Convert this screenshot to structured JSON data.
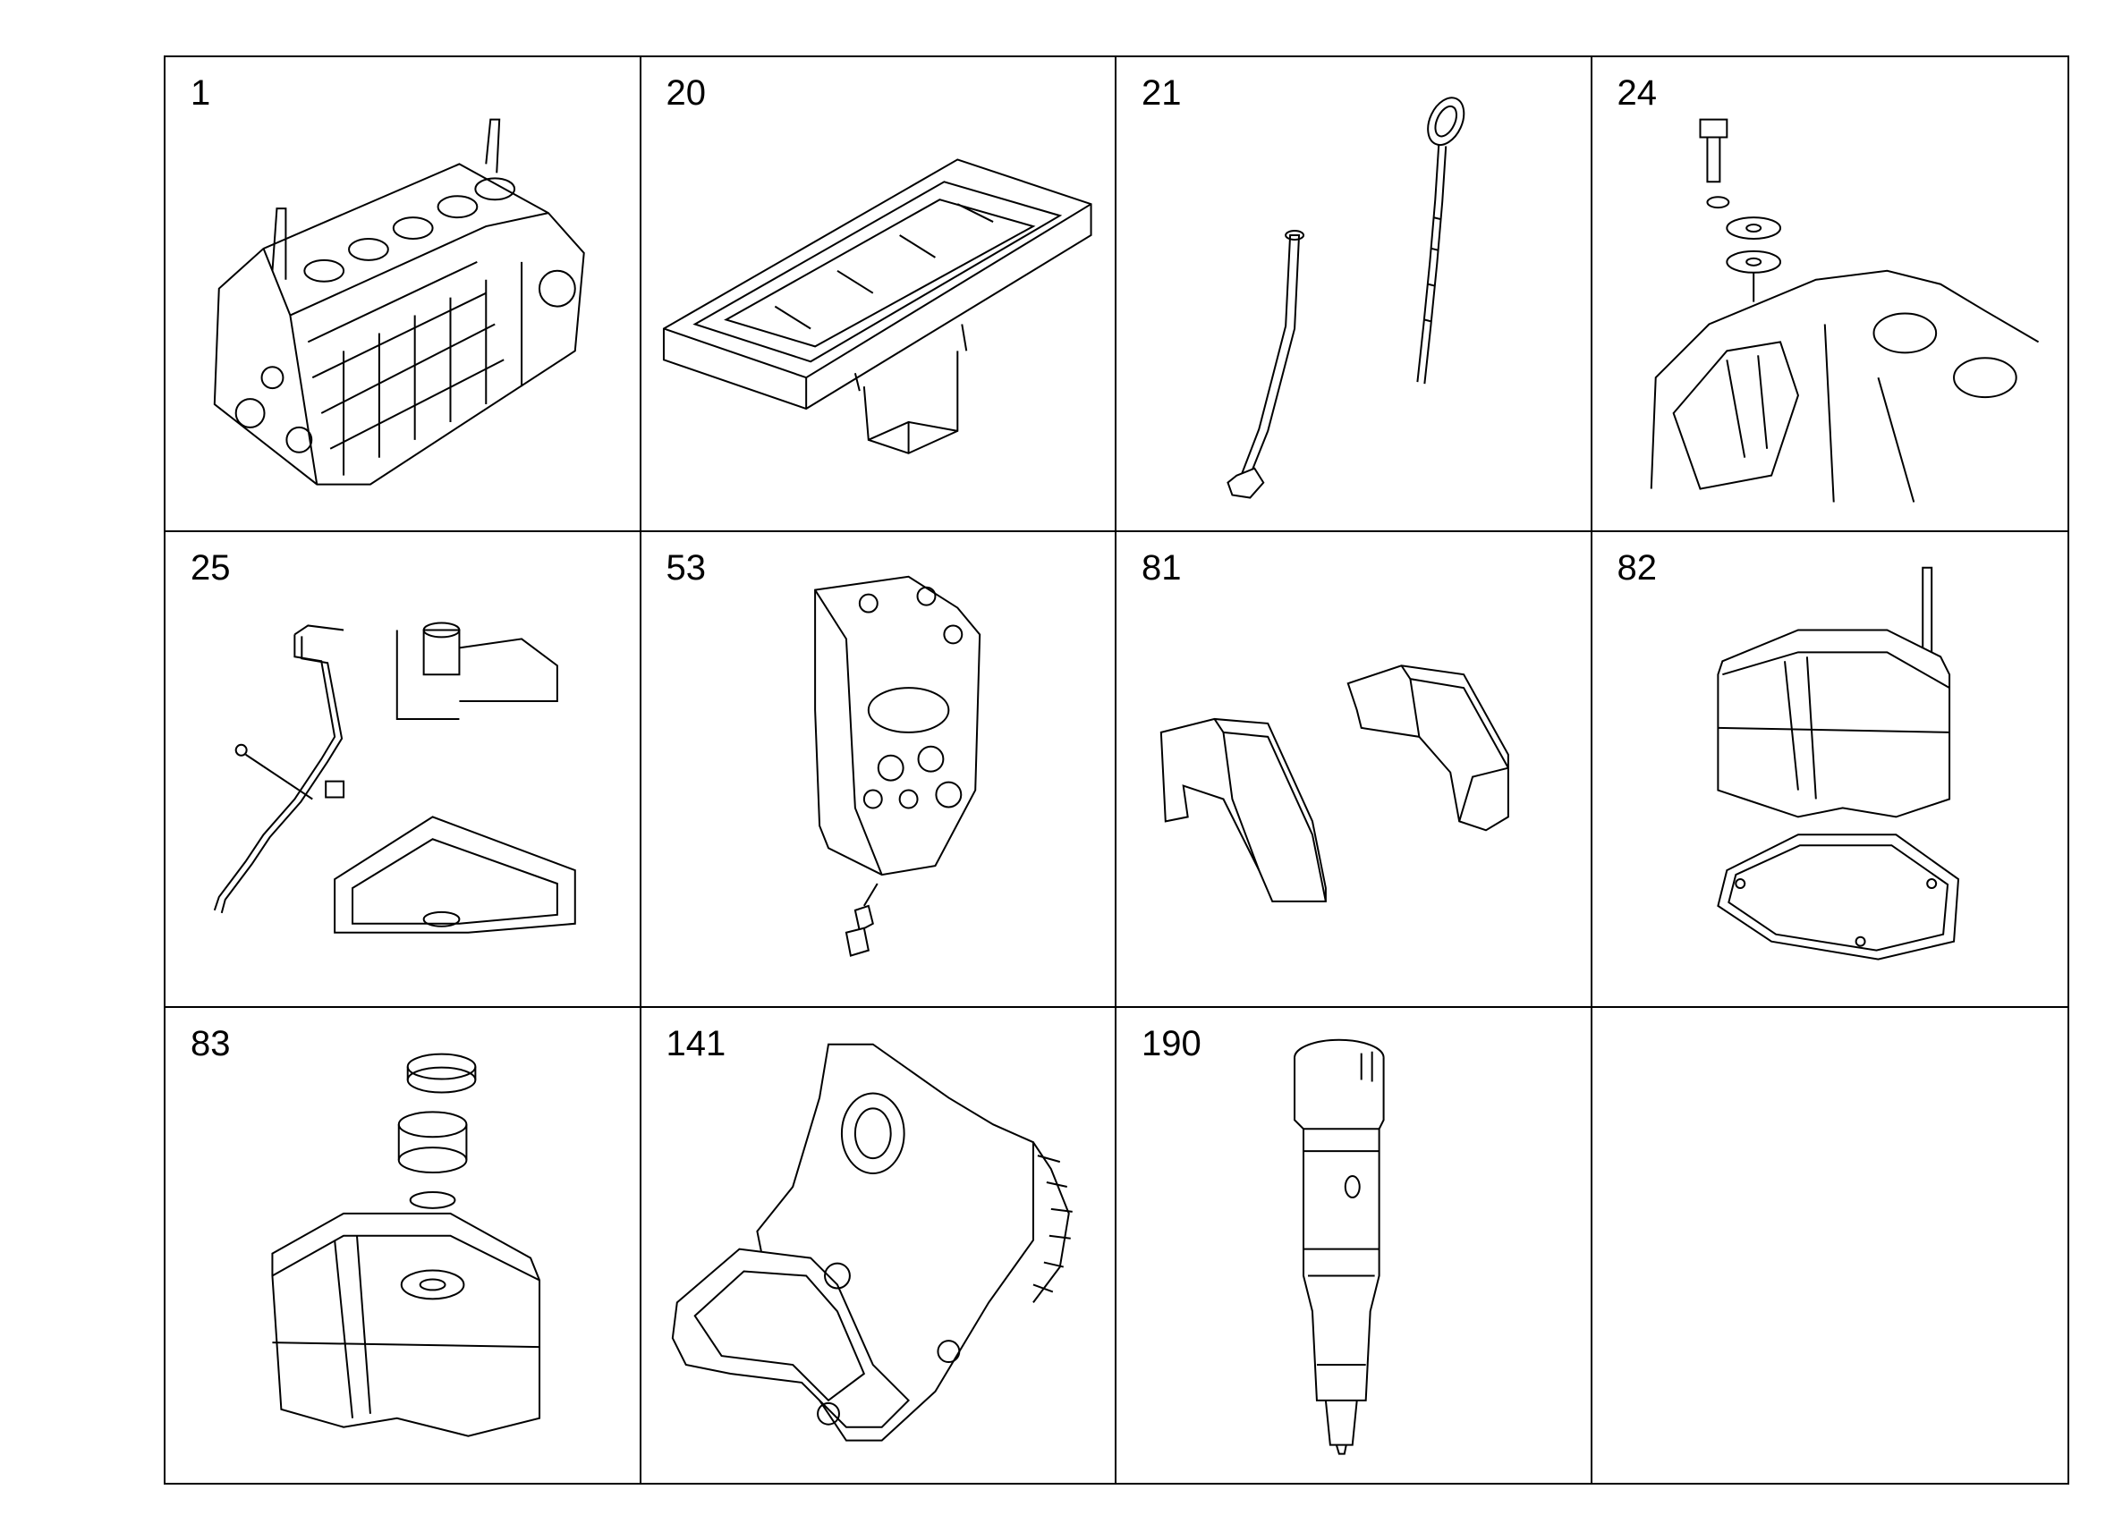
{
  "grid": {
    "cells": [
      {
        "number": "1",
        "part": "engine-block"
      },
      {
        "number": "20",
        "part": "oil-pan"
      },
      {
        "number": "21",
        "part": "dipstick-and-tube"
      },
      {
        "number": "24",
        "part": "flange-bolt-gasket"
      },
      {
        "number": "25",
        "part": "oil-line-and-pan"
      },
      {
        "number": "53",
        "part": "pump-housing"
      },
      {
        "number": "81",
        "part": "brackets"
      },
      {
        "number": "82",
        "part": "valve-cover-and-gasket"
      },
      {
        "number": "83",
        "part": "valve-cover-with-cap"
      },
      {
        "number": "141",
        "part": "gear-housing"
      },
      {
        "number": "190",
        "part": "injector"
      },
      {
        "number": "",
        "part": ""
      }
    ]
  }
}
